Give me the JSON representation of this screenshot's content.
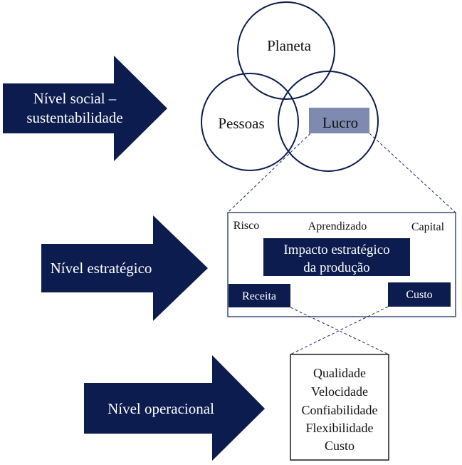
{
  "colors": {
    "navy": "#0c1c4e",
    "lucro_box": "#7e8ab0",
    "border": "#3a4a7a",
    "line": "#1a2a5a"
  },
  "arrows": {
    "social": {
      "line1": "Nível social –",
      "line2": "sustentabilidade"
    },
    "strategic": "Nível estratégico",
    "operational": "Nível operacional"
  },
  "venn": {
    "planeta": "Planeta",
    "pessoas": "Pessoas",
    "lucro": "Lucro"
  },
  "strategic_box": {
    "risco": "Risco",
    "aprendizado": "Aprendizado",
    "capital": "Capital",
    "impacto_line1": "Impacto estratégico",
    "impacto_line2": "da produção",
    "receita": "Receita",
    "custo": "Custo"
  },
  "operational_box": {
    "items": [
      "Qualidade",
      "Velocidade",
      "Confiabilidade",
      "Flexibilidade",
      "Custo"
    ]
  }
}
